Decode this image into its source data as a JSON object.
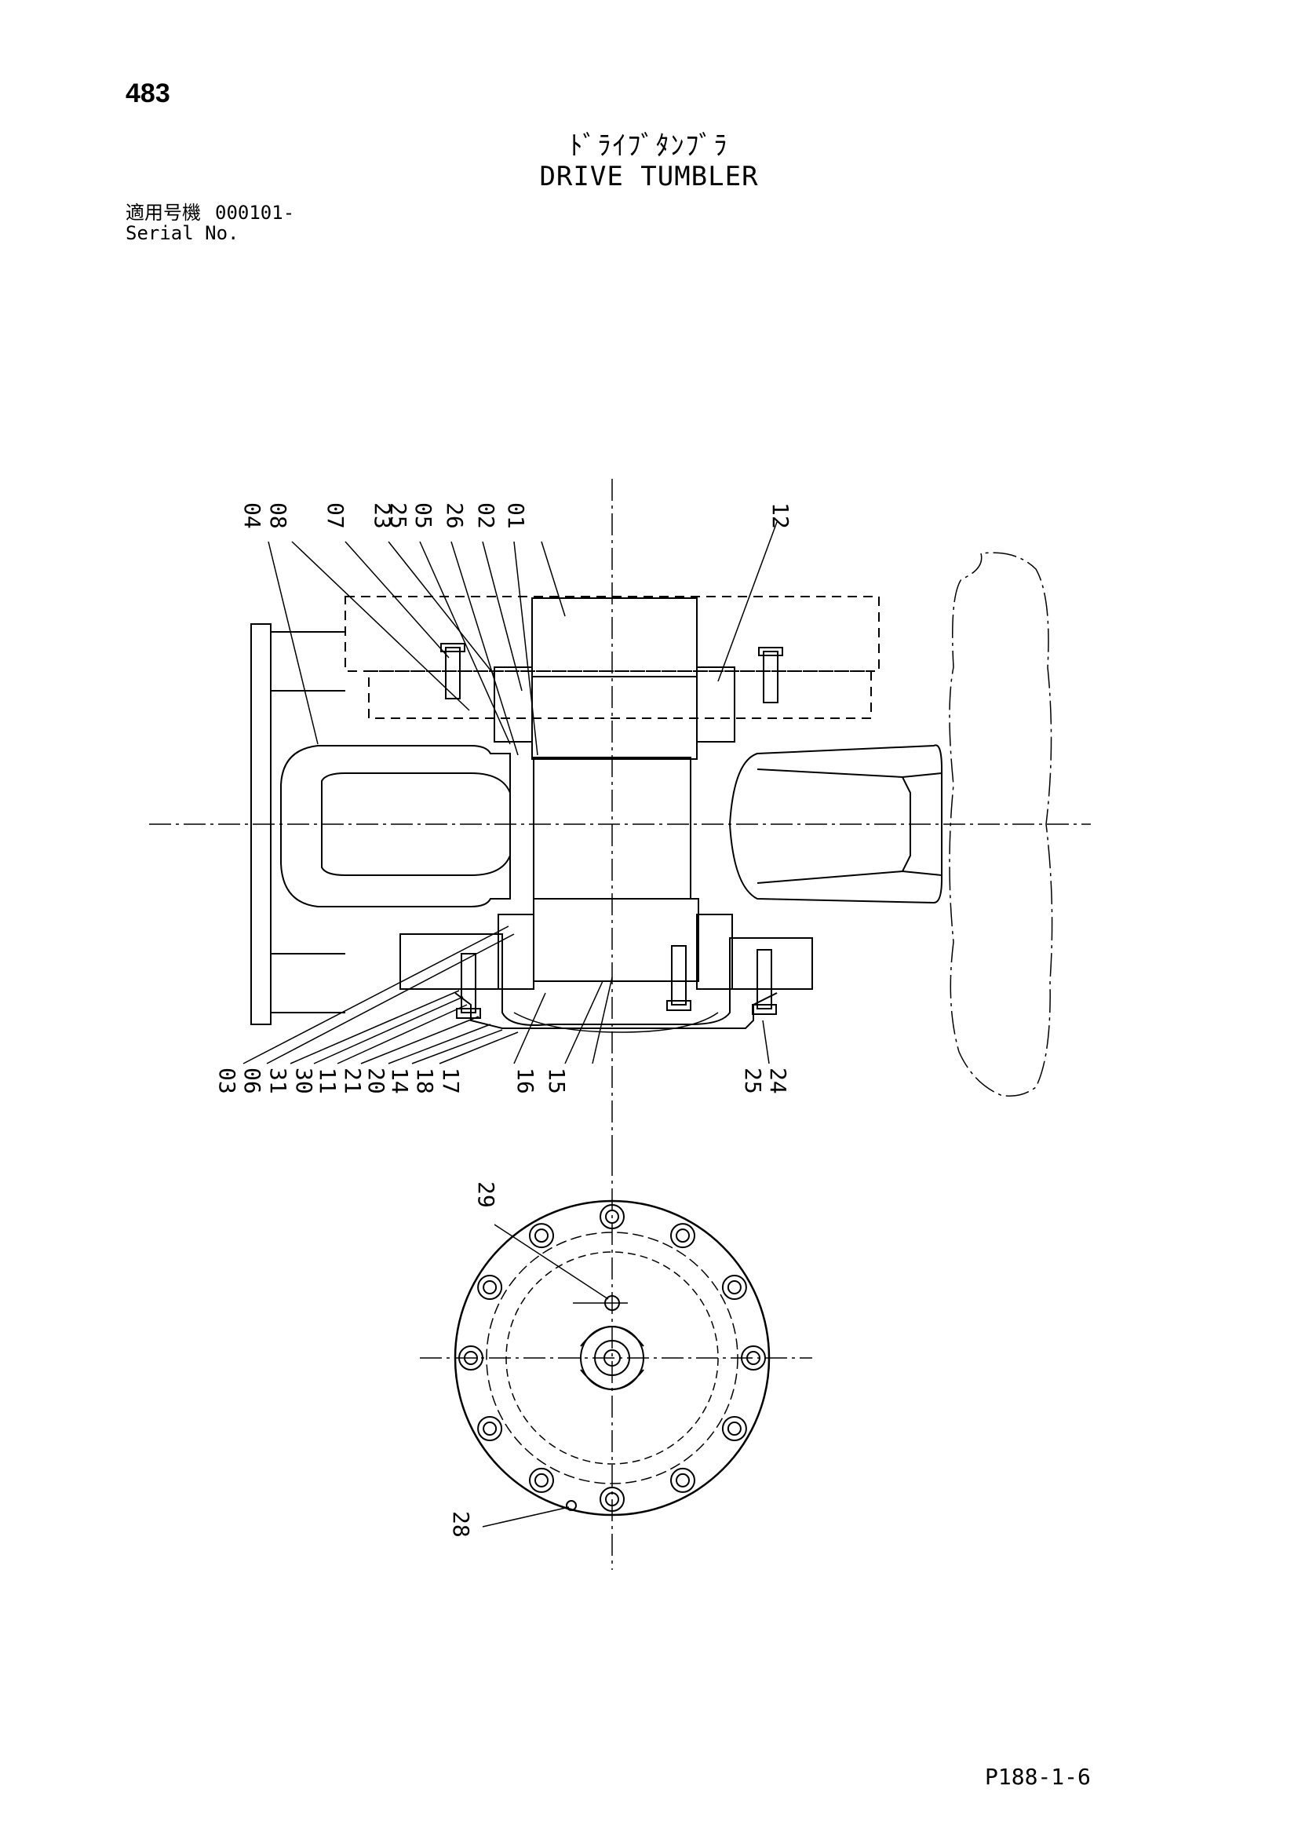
{
  "page_number": "483",
  "title_jp": "ﾄﾞﾗｲﾌﾞﾀﾝﾌﾞﾗ",
  "title_en": "DRIVE TUMBLER",
  "serial": {
    "label_jp": "適用号機",
    "value": "000101-",
    "label_en": "Serial No."
  },
  "footer_code": "P188-1-6",
  "part_labels": {
    "top": [
      "04",
      "08",
      "07",
      "23",
      "25",
      "05",
      "26",
      "02",
      "01",
      "12"
    ],
    "bottom_left": [
      "03",
      "06",
      "31",
      "30",
      "11",
      "21",
      "20",
      "14",
      "18",
      "17",
      "16",
      "15"
    ],
    "bottom_right": [
      "25",
      "24"
    ],
    "end_view": [
      "29",
      "28"
    ]
  }
}
